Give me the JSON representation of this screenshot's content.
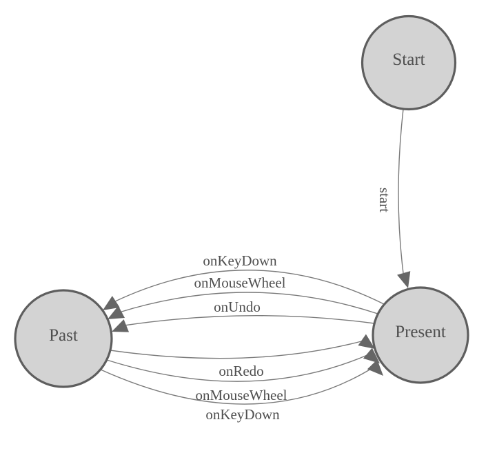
{
  "diagram": {
    "type": "state-diagram",
    "background_color": "#ffffff",
    "node_fill_color": "#d3d3d3",
    "node_border_color": "#5e5e5e",
    "edge_line_color": "#7a7a7a",
    "arrow_color": "#666666",
    "text_color": "#4f4f4f",
    "nodes": [
      {
        "id": "start",
        "label": "Start"
      },
      {
        "id": "present",
        "label": "Present"
      },
      {
        "id": "past",
        "label": "Past"
      }
    ],
    "edges": [
      {
        "from": "Start",
        "to": "Present",
        "label": "start"
      },
      {
        "from": "Present",
        "to": "Past",
        "label": "onKeyDown"
      },
      {
        "from": "Present",
        "to": "Past",
        "label": "onMouseWheel"
      },
      {
        "from": "Present",
        "to": "Past",
        "label": "onUndo"
      },
      {
        "from": "Past",
        "to": "Present",
        "label": "onRedo"
      },
      {
        "from": "Past",
        "to": "Present",
        "label": "onMouseWheel"
      },
      {
        "from": "Past",
        "to": "Present",
        "label": "onKeyDown"
      }
    ]
  }
}
